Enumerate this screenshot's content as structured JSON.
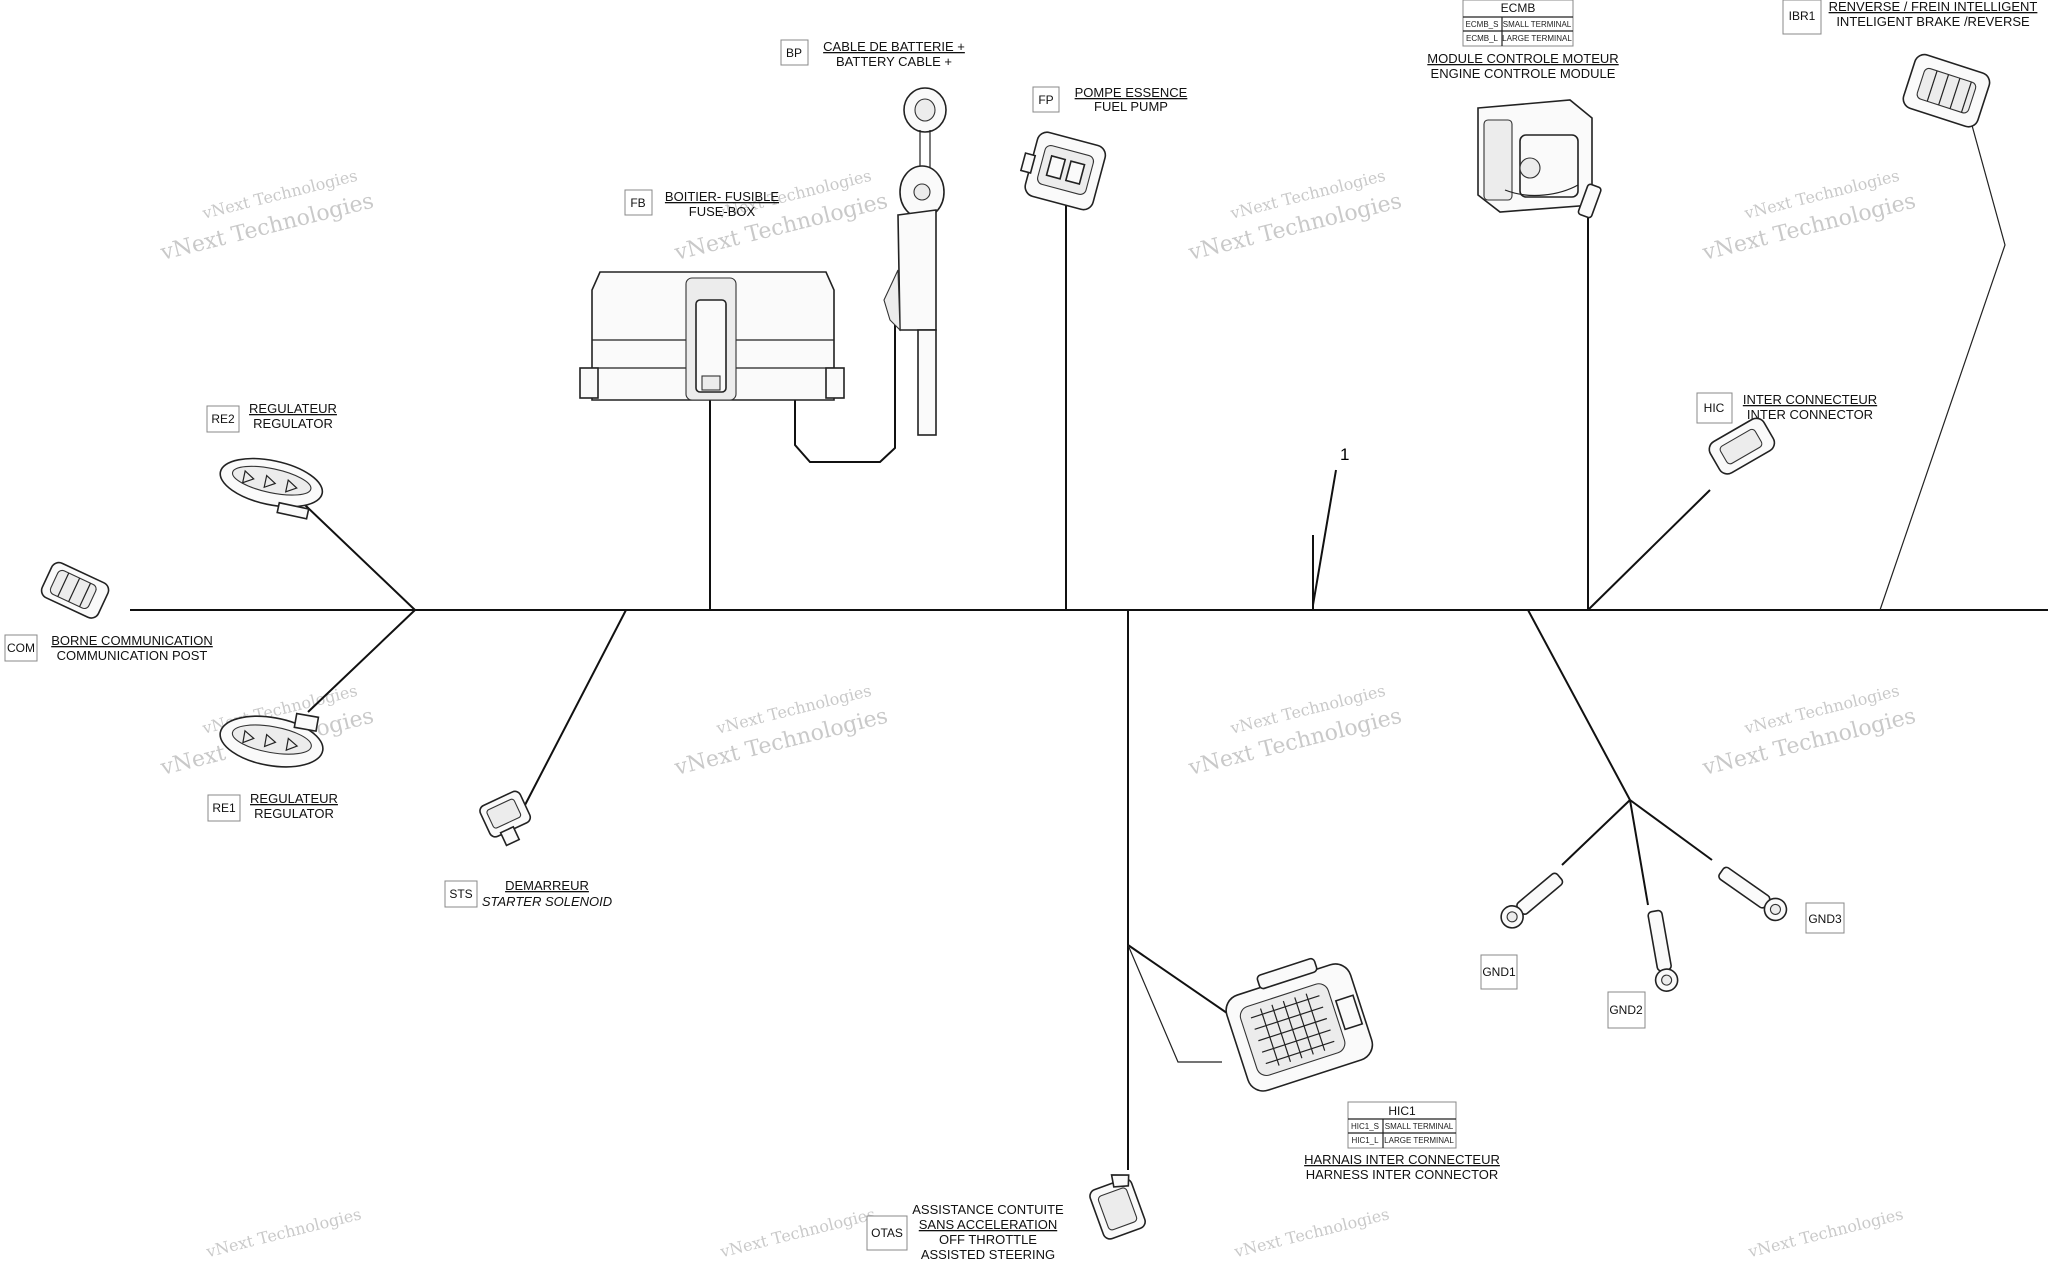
{
  "watermark": "vNext Technologies",
  "callout": "1",
  "components": {
    "bp": {
      "code": "BP",
      "label_fr": "CABLE DE BATTERIE +",
      "label_en": "BATTERY CABLE +"
    },
    "fp": {
      "code": "FP",
      "label_fr": "POMPE ESSENCE",
      "label_en": "FUEL PUMP"
    },
    "fb": {
      "code": "FB",
      "label_fr": "BOITIER- FUSIBLE",
      "label_en": "FUSE-BOX"
    },
    "ecmb": {
      "code": "ECMB",
      "terminals": [
        {
          "code": "ECMB_S",
          "desc": "SMALL TERMINAL"
        },
        {
          "code": "ECMB_L",
          "desc": "LARGE TERMINAL"
        }
      ],
      "label_fr": "MODULE CONTROLE MOTEUR",
      "label_en": "ENGINE CONTROLE MODULE"
    },
    "ibr1": {
      "code": "IBR1",
      "label_fr": "RENVERSE / FREIN INTELLIGENT",
      "label_en": "INTELIGENT BRAKE /REVERSE"
    },
    "re2": {
      "code": "RE2",
      "label_fr": "REGULATEUR",
      "label_en": "REGULATOR"
    },
    "hic": {
      "code": "HIC",
      "label_fr": "INTER CONNECTEUR",
      "label_en": "INTER CONNECTOR"
    },
    "com": {
      "code": "COM",
      "label_fr": "BORNE COMMUNICATION",
      "label_en": "COMMUNICATION POST"
    },
    "re1": {
      "code": "RE1",
      "label_fr": "REGULATEUR",
      "label_en": "REGULATOR"
    },
    "sts": {
      "code": "STS",
      "label_fr": "DEMARREUR",
      "label_en": "STARTER SOLENOID"
    },
    "gnd1": {
      "code": "GND1"
    },
    "gnd2": {
      "code": "GND2"
    },
    "gnd3": {
      "code": "GND3"
    },
    "hic1": {
      "code": "HIC1",
      "terminals": [
        {
          "code": "HIC1_S",
          "desc": "SMALL TERMINAL"
        },
        {
          "code": "HIC1_L",
          "desc": "LARGE TERMINAL"
        }
      ],
      "label_fr": "HARNAIS INTER CONNECTEUR",
      "label_en": "HARNESS INTER CONNECTOR"
    },
    "otas": {
      "code": "OTAS",
      "label_1": "ASSISTANCE CONTUITE",
      "label_2": "SANS ACCELERATION",
      "label_3": "OFF THROTTLE",
      "label_4": "ASSISTED STEERING"
    }
  }
}
